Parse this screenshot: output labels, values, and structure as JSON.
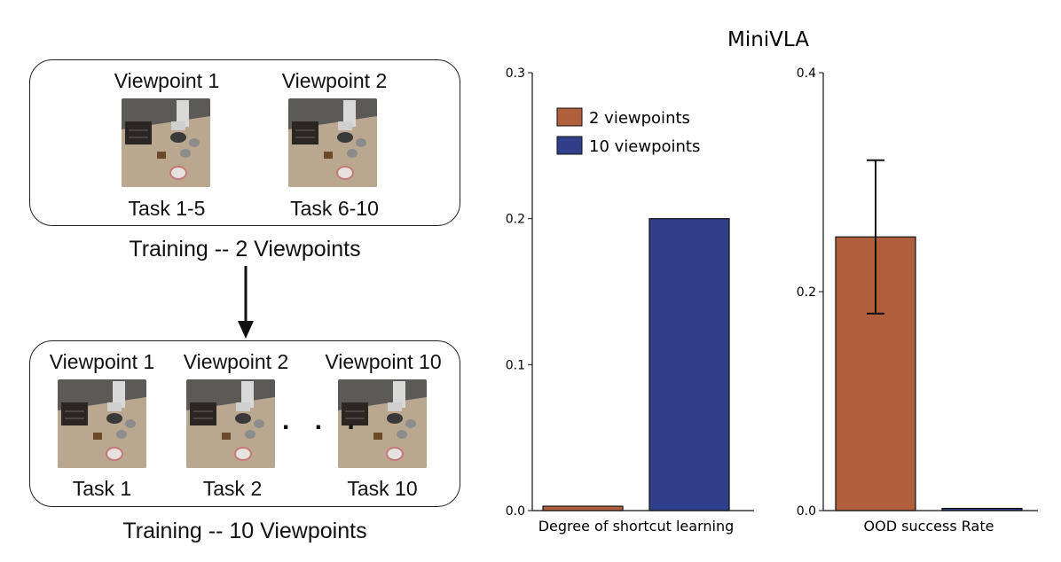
{
  "diagram": {
    "top_panel": {
      "viewpoints": [
        "Viewpoint 1",
        "Viewpoint 2"
      ],
      "tasks": [
        "Task 1-5",
        "Task 6-10"
      ],
      "caption": "Training -- 2 Viewpoints"
    },
    "bottom_panel": {
      "viewpoints": [
        "Viewpoint 1",
        "Viewpoint 2",
        "Viewpoint 10"
      ],
      "tasks": [
        "Task 1",
        "Task 2",
        "Task 10"
      ],
      "ellipsis": ". . .",
      "caption": "Training -- 10 Viewpoints"
    }
  },
  "chart_data": [
    {
      "type": "bar",
      "title": "MiniVLA",
      "categories": [
        "2 viewpoints",
        "10 viewpoints"
      ],
      "xlabel": "Degree of shortcut learning",
      "ylabel": "",
      "ylim": [
        0,
        0.3
      ],
      "yticks": [
        "0.0",
        "0.1",
        "0.2",
        "0.3"
      ],
      "series": [
        {
          "name": "2 viewpoints",
          "value": 0.003,
          "color": "#B05F3C"
        },
        {
          "name": "10 viewpoints",
          "value": 0.2,
          "color": "#2F3F8A"
        }
      ],
      "legend": {
        "placement": "top-left",
        "entries": [
          "2 viewpoints",
          "10 viewpoints"
        ]
      },
      "grid": false
    },
    {
      "type": "bar",
      "categories": [
        "2 viewpoints",
        "10 viewpoints"
      ],
      "xlabel": "OOD success Rate",
      "ylabel": "",
      "ylim": [
        0,
        0.4
      ],
      "yticks": [
        "0.0",
        "0.2",
        "0.4"
      ],
      "series": [
        {
          "name": "2 viewpoints",
          "value": 0.25,
          "error": [
            0.18,
            0.32
          ],
          "color": "#B05F3C"
        },
        {
          "name": "10 viewpoints",
          "value": 0.002,
          "color": "#2F3F8A"
        }
      ],
      "grid": false
    }
  ]
}
